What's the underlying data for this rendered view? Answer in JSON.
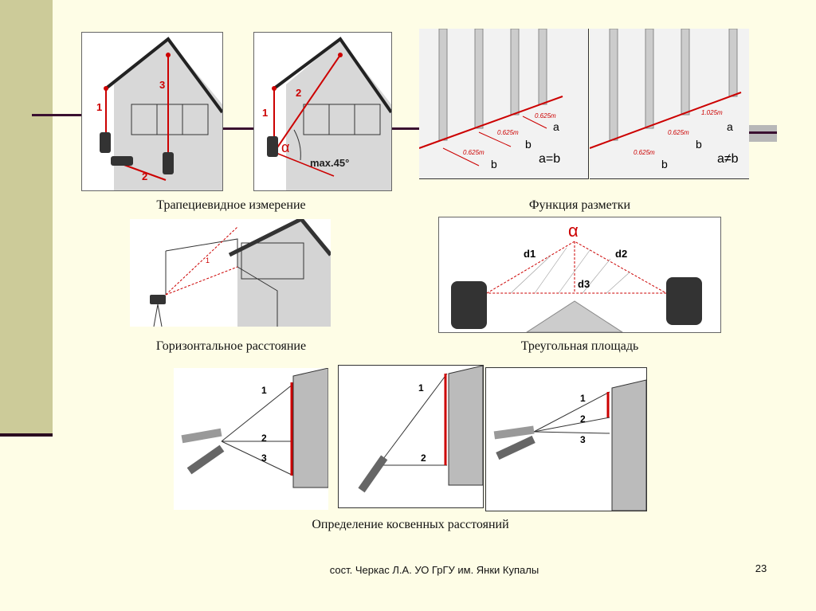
{
  "figures": {
    "trapezoid_a": {
      "labels": [
        "1",
        "2",
        "3"
      ]
    },
    "trapezoid_b": {
      "labels": [
        "1",
        "2"
      ],
      "angle": "α",
      "max_angle": "max.45°"
    },
    "layout_equal": {
      "distances": [
        "0.625m",
        "0.625m",
        "0.625m"
      ],
      "a": "a",
      "b": "b",
      "relation": "a=b"
    },
    "layout_unequal": {
      "distances": [
        "0.625m",
        "0.625m",
        "1.025m"
      ],
      "a": "a",
      "b": "b",
      "relation": "a≠b"
    },
    "horizontal": {
      "labels": [
        "1"
      ]
    },
    "triangle": {
      "angle": "α",
      "d1": "d1",
      "d2": "d2",
      "d3": "d3"
    },
    "indirect_a": {
      "labels": [
        "1",
        "2",
        "3"
      ]
    },
    "indirect_b": {
      "labels": [
        "1",
        "2"
      ]
    },
    "indirect_c": {
      "labels": [
        "1",
        "2",
        "3"
      ]
    }
  },
  "captions": {
    "trapezoid": "Трапециевидное измерение",
    "marking": "Функция разметки",
    "horizontal": "Горизонтальное расстояние",
    "triangle": "Треугольная площадь",
    "indirect": "Определение косвенных расстояний"
  },
  "footer": {
    "credit": "сост. Черкас Л.А. УО ГрГУ им. Янки Купалы",
    "page_number": "23"
  }
}
